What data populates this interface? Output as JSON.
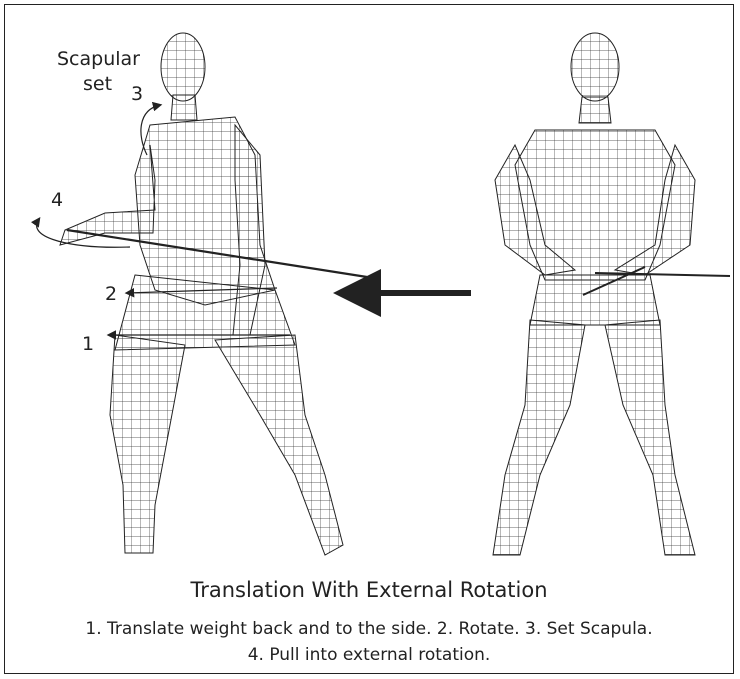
{
  "labels": {
    "scapular": "Scapular",
    "set": "set",
    "step3": "3",
    "step4": "4",
    "step2": "2",
    "step1": "1"
  },
  "caption": {
    "title": "Translation With External Rotation",
    "line1": "1. Translate weight back and to the side.  2. Rotate.  3. Set Scapula.",
    "line2": "4. Pull into external rotation."
  },
  "colors": {
    "line": "#222222",
    "background": "#ffffff"
  }
}
